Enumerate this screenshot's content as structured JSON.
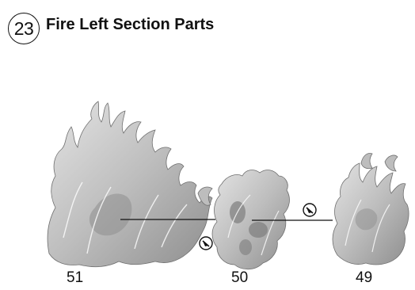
{
  "header": {
    "step_number": "23",
    "title": "Fire Left Section Parts"
  },
  "parts": [
    {
      "number": "51",
      "icon": "flame-cluster-large-icon"
    },
    {
      "number": "50",
      "icon": "flame-cluster-small-icon"
    },
    {
      "number": "49",
      "icon": "flame-cluster-medium-icon"
    }
  ],
  "connectors": [
    {
      "icon": "screw-icon",
      "joins": [
        "51",
        "50"
      ]
    },
    {
      "icon": "screw-icon",
      "joins": [
        "50",
        "49"
      ]
    }
  ],
  "colors": {
    "flame_fill": "#bdbdbd",
    "flame_shadow": "#8e8e8e",
    "line": "#111111"
  }
}
